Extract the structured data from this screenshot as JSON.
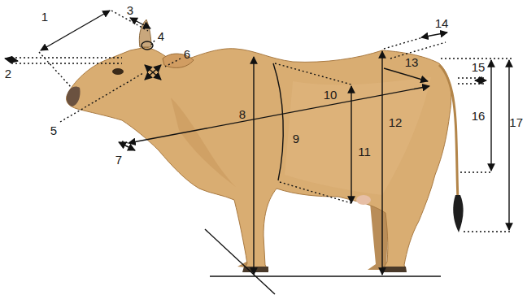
{
  "diagram": {
    "labels": [
      "1",
      "2",
      "3",
      "4",
      "5",
      "6",
      "7",
      "8",
      "9",
      "10",
      "11",
      "12",
      "13",
      "14",
      "15",
      "16",
      "17"
    ]
  }
}
